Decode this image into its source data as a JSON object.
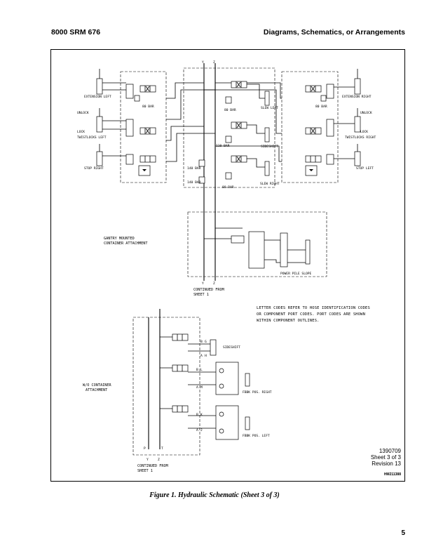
{
  "header": {
    "left": "8000 SRM 676",
    "right": "Diagrams, Schematics, or Arrangements"
  },
  "labels": {
    "extension_left": "EXTENSION LEFT",
    "extension_right": "EXTENSION RIGHT",
    "unlock_left": "UNLOCK",
    "lock_left": "LOCK",
    "twistlocks_left": "TWISTLOCKS LEFT",
    "unlock_right": "UNLOCK",
    "lock_right": "LOCK",
    "twistlocks_right": "TWISTLOCKS RIGHT",
    "stop_right": "STOP RIGHT",
    "stop_left": "STOP LEFT",
    "bar80_a": "80 BAR",
    "bar80_b": "80 BAR",
    "bar80_c": "80 BAR",
    "bar80_d": "80 BAR",
    "bar110": "110 BAR",
    "bar140_a": "140 BAR",
    "bar140_b": "140 BAR",
    "slew_left": "SLEW LEFT",
    "sideshift_top": "SIDESHIFT",
    "slew_right": "SLEW RIGHT",
    "gantry_1": "GANTRY MOUNTED",
    "gantry_2": "CONTAINER ATTACHMENT",
    "power_pile_slope": "POWER PILE SLOPE",
    "y_top": "Y",
    "z_top": "Z",
    "y_mid": "Y",
    "z_mid": "Z",
    "continued_mid_1": "CONTINUED FROM",
    "continued_mid_2": "SHEET 1",
    "sideshift_low": "SIDESHIFT",
    "fbbk_right": "FBBK POS. RIGHT",
    "fbbk_left": "FBBK POS. LEFT",
    "wo_1": "W/O CONTAINER",
    "wo_2": "ATTACHMENT",
    "p": "P",
    "t": "T",
    "y_bot": "Y",
    "z_bot": "Z",
    "continued_bot_1": "CONTINUED FROM",
    "continued_bot_2": "SHEET 1",
    "port_b1": "B",
    "port_g": "G",
    "port_a1": "A",
    "port_h": "H",
    "port_b2": "B",
    "port_l": "L",
    "port_a2": "A",
    "port_m": "M",
    "port_b3": "B",
    "port_k": "K",
    "port_a3": "A",
    "port_j": "J"
  },
  "note": [
    "LETTER CODES REFER TO HOSE IDENTIFICATION CODES",
    "OR COMPONENT PORT CODES.  PORT CODES ARE SHOWN",
    "WITHIN COMPONENT OUTLINES."
  ],
  "sheet": {
    "number": "1390709",
    "sheet": "Sheet 3 of 3",
    "revision": "Revision 13"
  },
  "hm_number": "HM211388",
  "caption": "Figure 1.  Hydraulic Schematic (Sheet 3 of 3)",
  "page_number": "5"
}
